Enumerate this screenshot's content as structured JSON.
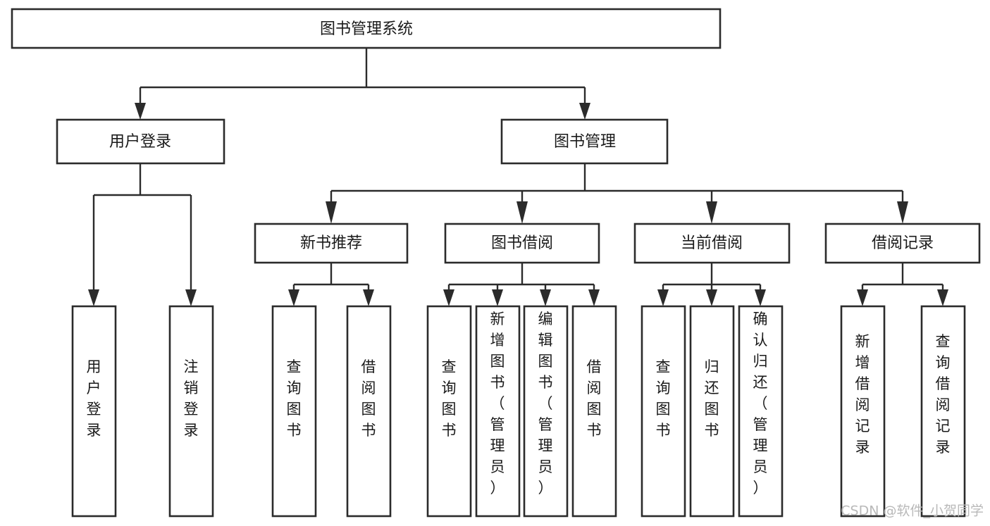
{
  "diagram": {
    "title": "图书管理系统",
    "watermark": "CSDN @软件_小贺同学",
    "type": "tree-hierarchy",
    "orientation": "top-down",
    "leaf_text_orientation": "vertical",
    "colors": {
      "box_fill": "#ffffff",
      "box_stroke": "#2b2b2b",
      "connector": "#2b2b2b",
      "text": "#1a1a1a",
      "watermark": "#b9b9b9",
      "background": "#ffffff"
    },
    "root": {
      "label": "图书管理系统",
      "id": "root"
    },
    "level1": [
      {
        "id": "user-login",
        "label": "用户登录"
      },
      {
        "id": "book-manage",
        "label": "图书管理"
      }
    ],
    "level2": [
      {
        "id": "new-book-recommend",
        "label": "新书推荐",
        "parent": "book-manage"
      },
      {
        "id": "book-borrow",
        "label": "图书借阅",
        "parent": "book-manage"
      },
      {
        "id": "current-borrow",
        "label": "当前借阅",
        "parent": "book-manage"
      },
      {
        "id": "borrow-record",
        "label": "借阅记录",
        "parent": "book-manage"
      }
    ],
    "leaves": {
      "user-login": [
        {
          "id": "leaf-user-login",
          "label": "用户登录"
        },
        {
          "id": "leaf-logout-login",
          "label": "注销登录"
        }
      ],
      "new-book-recommend": [
        {
          "id": "leaf-query-book-1",
          "label": "查询图书"
        },
        {
          "id": "leaf-borrow-book-1",
          "label": "借阅图书"
        }
      ],
      "book-borrow": [
        {
          "id": "leaf-query-book-2",
          "label": "查询图书"
        },
        {
          "id": "leaf-add-book",
          "label": "新增图书（管理员）"
        },
        {
          "id": "leaf-edit-book",
          "label": "编辑图书（管理员）"
        },
        {
          "id": "leaf-borrow-book-2",
          "label": "借阅图书"
        }
      ],
      "current-borrow": [
        {
          "id": "leaf-query-book-3",
          "label": "查询图书"
        },
        {
          "id": "leaf-return-book",
          "label": "归还图书"
        },
        {
          "id": "leaf-confirm-return",
          "label": "确认归还（管理员）"
        }
      ],
      "borrow-record": [
        {
          "id": "leaf-add-record",
          "label": "新增借阅记录"
        },
        {
          "id": "leaf-query-record",
          "label": "查询借阅记录"
        }
      ]
    }
  }
}
